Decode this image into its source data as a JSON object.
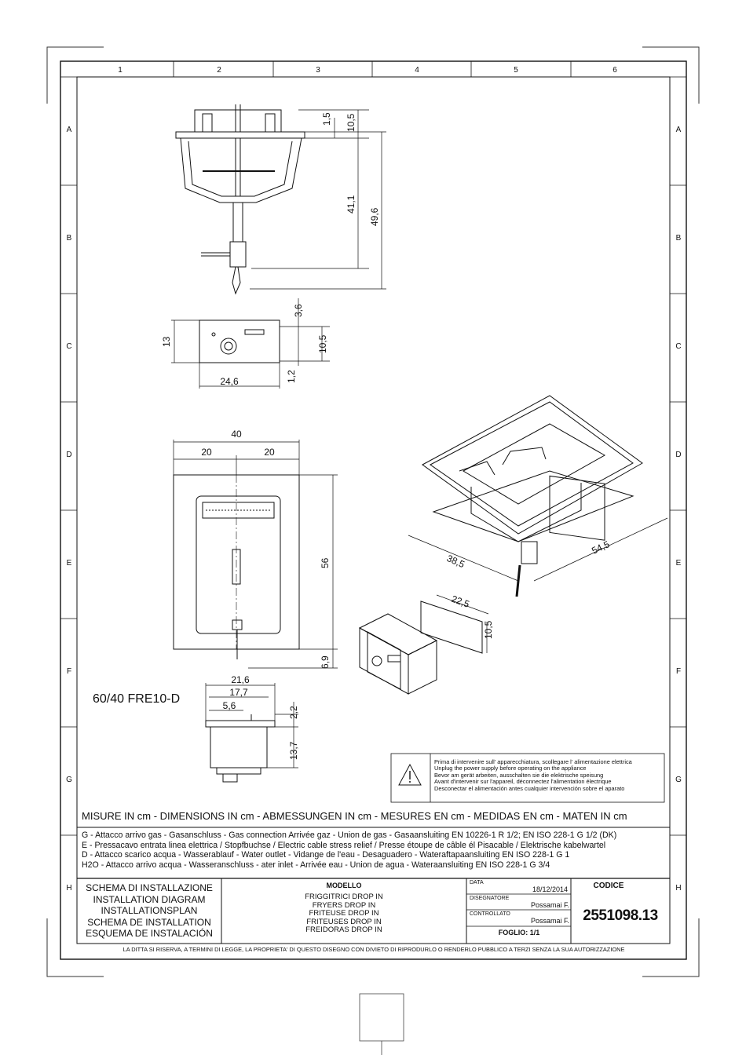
{
  "grid": {
    "columns": [
      "1",
      "2",
      "3",
      "4",
      "5",
      "6"
    ],
    "rows": [
      "A",
      "B",
      "C",
      "D",
      "E",
      "F",
      "G",
      "H"
    ]
  },
  "dimensions": {
    "top": [
      "1,5",
      "10,5",
      "41,1",
      "49,6"
    ],
    "control": [
      "3,6",
      "13",
      "10,5",
      "1,2",
      "24,6"
    ],
    "plan": [
      "40",
      "20",
      "20",
      "56",
      "6,9"
    ],
    "side": [
      "21,6",
      "17,7",
      "5,6",
      "2,2",
      "13,7"
    ],
    "iso": [
      "38,5",
      "54,5",
      "22,5",
      "10,5"
    ]
  },
  "model_label": "60/40 FRE10-D",
  "warning_lines": [
    "Prima di intervenire sull' apparecchiatura, scollegare l' alimentazione elettrica",
    "Unplug the power supply before operating on the appliance",
    "Bevor am gerät arbeiten, ausschalten sie die elektrische speisung",
    "Avant d'intervenir sur l'appareil, déconnectez l'alimentation électrique",
    "Desconectar el alimentación antes cualquier intervención sobre el aparato"
  ],
  "measures": "MISURE IN cm - DIMENSIONS IN cm - ABMESSUNGEN IN cm - MESURES EN cm - MEDIDAS EN cm - MATEN IN cm",
  "legend": [
    "G - Attacco arrivo gas - Gasanschluss - Gas connection Arrivée gaz - Union de gas - Gasaansluiting EN 10226-1 R 1/2; EN ISO 228-1 G 1/2 (DK)",
    "E - Pressacavo entrata linea elettrica / Stopfbuchse / Electric cable stress relief / Presse étoupe de câble él Pisacable / Elektrische kabelwartel",
    "D - Attacco scarico acqua - Wasserablauf - Water outlet - Vidange de l'eau - Desaguadero - Wateraftapaansluiting EN ISO 228-1 G 1",
    "H2O - Attacco arrivo acqua - Wasseranschluss - ater inlet - Arrivée eau - Union de agua - Wateraansluiting EN ISO 228-1 G 3/4"
  ],
  "title_block": {
    "title_lines": [
      "SCHEMA DI INSTALLAZIONE",
      "INSTALLATION DIAGRAM",
      "INSTALLATIONSPLAN",
      "SCHEMA DE INSTALLATION",
      "ESQUEMA DE INSTALACIÓN"
    ],
    "model_header": "MODELLO",
    "model_lines": [
      "FRIGGITRICI DROP IN",
      "FRYERS DROP IN",
      "FRITEUSE DROP IN",
      "FRITEUSES DROP IN",
      "FREIDORAS DROP IN"
    ],
    "data_label": "DATA",
    "data_value": "18/12/2014",
    "designer_label": "DISEGNATORE",
    "designer_value": "Possamai F.",
    "checked_label": "CONTROLLATO",
    "checked_value": "Possamai F.",
    "sheet": "FOGLIO: 1/1",
    "code_header": "CODICE",
    "code": "2551098.13"
  },
  "footer": "LA DITTA SI RISERVA, A TERMINI DI LEGGE, LA PROPRIETA' DI QUESTO DISEGNO CON DIVIETO DI RIPRODURLO O RENDERLO PUBBLICO A TERZI SENZA LA SUA AUTORIZZAZIONE"
}
